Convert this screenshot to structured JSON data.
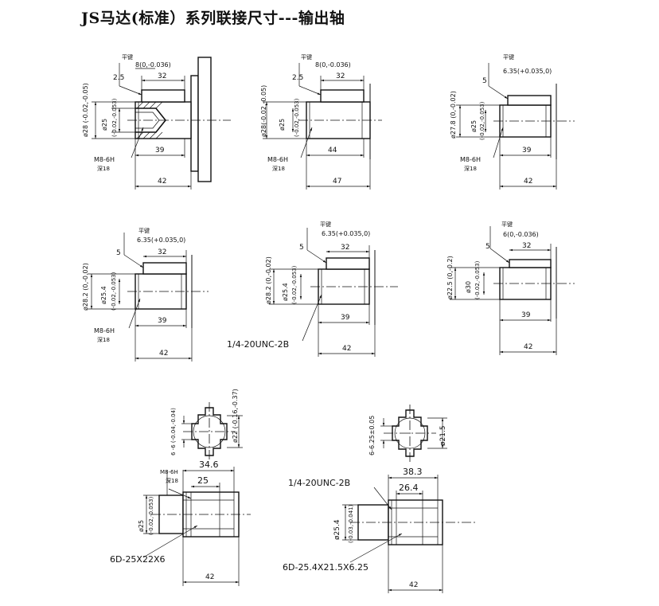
{
  "title": "JS马达(标准）系列联接尺寸---输出轴",
  "shafts": [
    {
      "id": "shaft-1",
      "key_label": "平键",
      "key_spec": "8(0,-0.036)",
      "key_offset": "2.5",
      "key_length": "32",
      "diameter_outer": "ø28 (-0.02,-0.05)",
      "diameter_inner": "ø25",
      "diameter_inner_tol": "(-0.02,-0.053)",
      "thread": "M8-6H",
      "thread_depth": "深18",
      "length_1": "39",
      "length_2": "42"
    },
    {
      "id": "shaft-2",
      "key_label": "平键",
      "key_spec": "8(0,-0.036)",
      "key_offset": "2.5",
      "key_length": "32",
      "diameter_outer": "ø28(-0.02,-0.05)",
      "diameter_inner": "ø25",
      "diameter_inner_tol": "(-0.02,-0.053)",
      "thread": "M8-6H",
      "thread_depth": "深18",
      "length_1": "44",
      "length_2": "47"
    },
    {
      "id": "shaft-3",
      "key_label": "平键",
      "key_spec": "6.35(+0.035,0)",
      "key_offset": "5",
      "diameter_outer": "ø27.8 (0,-0.02)",
      "diameter_inner": "ø25",
      "diameter_inner_tol": "(-0.02,-0.053)",
      "thread": "M8-6H",
      "thread_depth": "深18",
      "length_1": "39",
      "length_2": "42"
    },
    {
      "id": "shaft-4",
      "key_label": "平键",
      "key_spec": "6.35(+0.035,0)",
      "key_offset": "5",
      "key_length": "32",
      "diameter_outer": "ø28.2 (0,-0.02)",
      "diameter_inner": "ø25.4",
      "diameter_inner_tol": "(-0.02,-0.053)",
      "thread": "M8-6H",
      "thread_depth": "深18",
      "length_1": "39",
      "length_2": "42"
    },
    {
      "id": "shaft-5",
      "key_label": "平键",
      "key_spec": "6.35(+0.035,0)",
      "key_offset": "5",
      "key_length": "32",
      "diameter_outer": "ø28.2 (0,-0.02)",
      "diameter_inner": "ø25.4",
      "diameter_inner_tol": "(-0.02,-0.053)",
      "thread": "1/4-20UNC-2B",
      "length_1": "39",
      "length_2": "42"
    },
    {
      "id": "shaft-6",
      "key_label": "平键",
      "key_spec": "6(0,-0.036)",
      "key_offset": "5",
      "key_length": "32",
      "diameter_outer": "ø22.5 (0,-0.2)",
      "diameter_inner": "ø30",
      "diameter_inner_tol": "(-0.02,-0.053)",
      "length_1": "39",
      "length_2": "42"
    }
  ],
  "spline_1": {
    "tooth_width": "6 -6 (-0.04,-0.04)",
    "minor_diameter": "ø22 (-0.16,-0.37)",
    "thread": "M8-6H",
    "thread_depth": "深18",
    "length_a": "34.6",
    "length_b": "25",
    "diameter": "ø25",
    "diameter_tol": "(-0.02,-0.053)",
    "spec": "6D-25X22X6",
    "length_total": "42"
  },
  "spline_2": {
    "tooth_width": "6-6.25±0.05",
    "minor_diameter": "ø21.5",
    "thread": "1/4-20UNC-2B",
    "length_a": "38.3",
    "length_b": "26.4",
    "diameter": "ø25.4",
    "diameter_tol": "(-0.03,-0.041)",
    "spec": "6D-25.4X21.5X6.25",
    "length_total": "42"
  }
}
